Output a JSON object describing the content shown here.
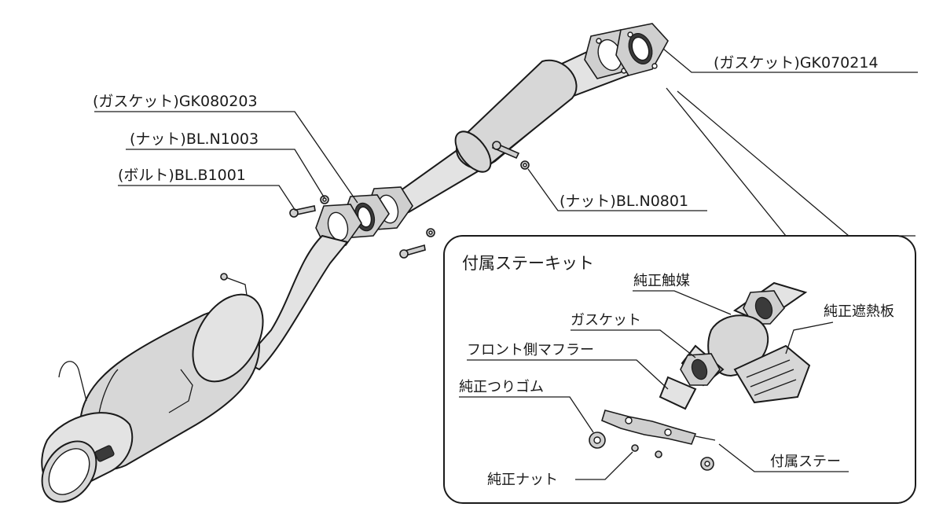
{
  "labels": {
    "gasket_top_right": "(ガスケット)GK070214",
    "gasket_mid": "(ガスケット)GK080203",
    "nut_n1003": "(ナット)BL.N1003",
    "bolt_b1001": "(ボルト)BL.B1001",
    "nut_n0801": "(ナット)BL.N0801"
  },
  "kit": {
    "title": "付属ステーキット",
    "labels": {
      "catalyst": "純正触媒",
      "heat_shield": "純正遮熱板",
      "gasket": "ガスケット",
      "front_muffler": "フロント側マフラー",
      "rubber_hanger": "純正つりゴム",
      "stay": "付属ステー",
      "nut": "純正ナット"
    }
  },
  "colors": {
    "line": "#1a1a1a",
    "pipe_fill": "#e3e3e3",
    "part_fill": "#cfcfcf",
    "background": "#ffffff"
  }
}
